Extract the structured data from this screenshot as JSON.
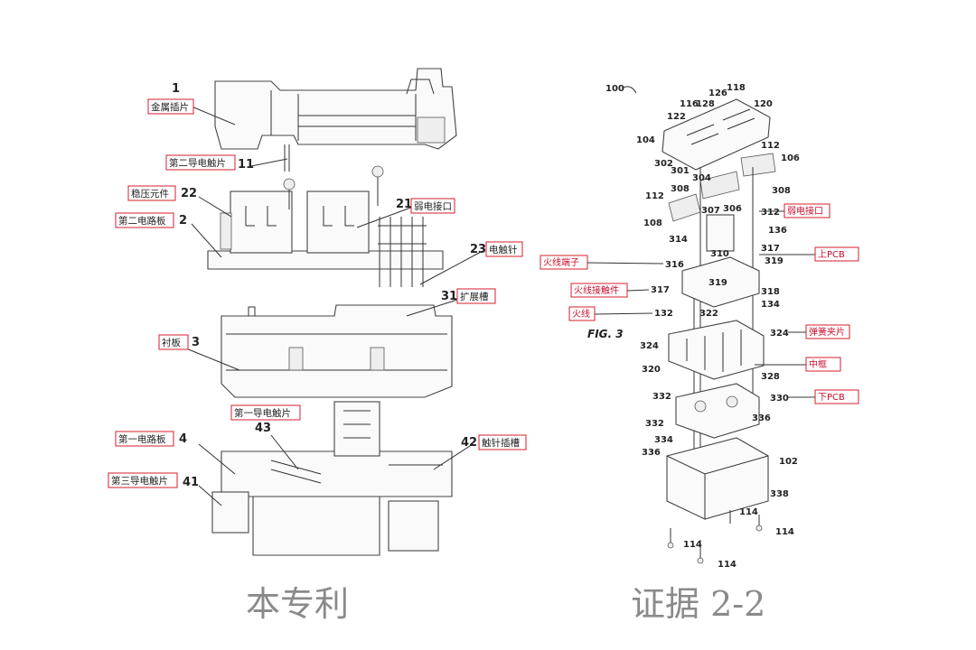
{
  "left_panel": {
    "caption": "本专利",
    "callouts": [
      {
        "num": "1",
        "label": "金属插片"
      },
      {
        "num": "11",
        "label": "第二导电触片"
      },
      {
        "num": "22",
        "label": "稳压元件"
      },
      {
        "num": "2",
        "label": "第二电路板"
      },
      {
        "num": "21",
        "label": "弱电接口"
      },
      {
        "num": "23",
        "label": "电触针"
      },
      {
        "num": "31",
        "label": "扩展槽"
      },
      {
        "num": "3",
        "label": "衬板"
      },
      {
        "num": "43",
        "label": "第一导电触片"
      },
      {
        "num": "4",
        "label": "第一电路板"
      },
      {
        "num": "42",
        "label": "触针插槽"
      },
      {
        "num": "41",
        "label": "第三导电触片"
      }
    ]
  },
  "right_panel": {
    "caption": "证据 2-2",
    "figure_label": "FIG. 3",
    "ref_100": "100",
    "ref_numbers": [
      "118",
      "126",
      "128",
      "116",
      "120",
      "122",
      "104",
      "302",
      "301",
      "304",
      "112",
      "106",
      "308",
      "308",
      "307",
      "306",
      "112",
      "108",
      "314",
      "312",
      "136",
      "310",
      "317",
      "316",
      "319",
      "317",
      "319",
      "318",
      "132",
      "134",
      "322",
      "324",
      "324",
      "320",
      "328",
      "332",
      "330",
      "332",
      "336",
      "334",
      "336",
      "102",
      "338",
      "114",
      "114",
      "114",
      "114"
    ],
    "red_labels": [
      "弱电接口",
      "上PCB",
      "火线端子",
      "火线接触件",
      "火线",
      "弹簧夹片",
      "中框",
      "下PCB"
    ]
  },
  "colors": {
    "box_border": "#d61f2c",
    "red_text": "#c8102e",
    "caption": "#8a8a8a"
  }
}
